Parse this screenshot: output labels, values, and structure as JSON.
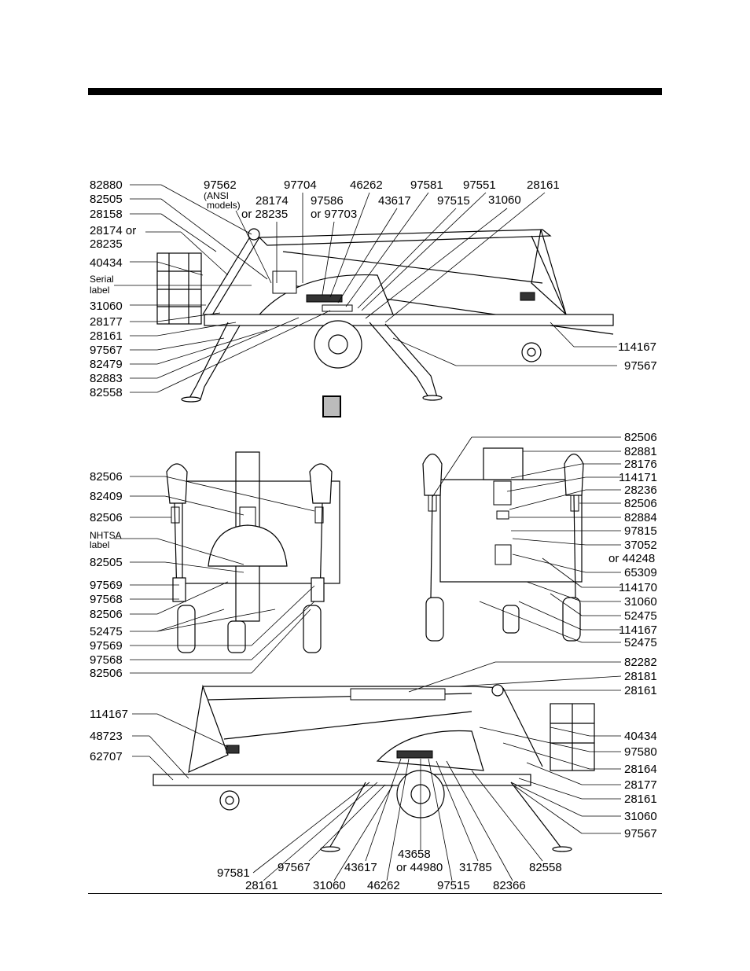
{
  "side_view_left": {
    "labels": [
      "82880",
      "82505",
      "28158",
      "28174 or",
      "28235",
      "40434",
      "Serial",
      "label",
      "31060",
      "28177",
      "28161",
      "97567",
      "82479",
      "82883",
      "82558"
    ]
  },
  "side_view_top": {
    "labels": [
      "97562",
      "(ANSI",
      "models)",
      "28174",
      "or 28235",
      "97704",
      "97586",
      "or 97703",
      "46262",
      "43617",
      "97581",
      "97515",
      "97551",
      "31060",
      "28161"
    ]
  },
  "side_view_right": {
    "labels": [
      "114167",
      "97567"
    ]
  },
  "front_view_left": {
    "labels": [
      "82506",
      "82409",
      "82506",
      "NHTSA",
      "label",
      "82505",
      "97569",
      "97568",
      "82506",
      "52475",
      "97569",
      "97568",
      "82506"
    ]
  },
  "rear_view_right": {
    "labels": [
      "82506",
      "82881",
      "28176",
      "114171",
      "28236",
      "82506",
      "82884",
      "97815",
      "37052",
      "or 44248",
      "65309",
      "114170",
      "31060",
      "52475",
      "114167",
      "52475"
    ]
  },
  "bottom_view_right": {
    "labels": [
      "82282",
      "28181",
      "28161",
      "40434",
      "97580",
      "28164",
      "28177",
      "28161",
      "31060",
      "97567"
    ]
  },
  "bottom_view_left": {
    "labels": [
      "114167",
      "48723",
      "62707"
    ]
  },
  "bottom_view_bottom": {
    "labels": [
      "43658",
      "or 44980",
      "97581",
      "97567",
      "43617",
      "31785",
      "82558",
      "28161",
      "31060",
      "46262",
      "97515",
      "82366"
    ]
  }
}
